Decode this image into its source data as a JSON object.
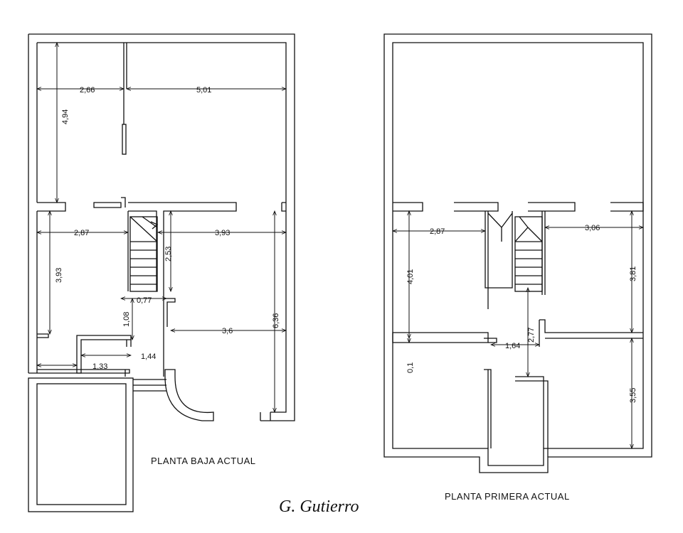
{
  "ground_floor": {
    "title": "PLANTA BAJA ACTUAL",
    "dims": {
      "d266": "2,66",
      "d501": "5,01",
      "d494": "4,94",
      "d287": "2,87",
      "d393a": "3,93",
      "d393b": "3,93",
      "d253": "2,53",
      "d077": "0,77",
      "d108": "1,08",
      "d36": "3,6",
      "d636": "6,36",
      "d144": "1,44",
      "d133": "1,33"
    }
  },
  "first_floor": {
    "title": "PLANTA PRIMERA ACTUAL",
    "dims": {
      "d287": "2,87",
      "d306": "3,06",
      "d401": "4,01",
      "d381": "3,81",
      "d277": "2,77",
      "d164": "1,64",
      "d01": "0,1",
      "d355": "3,55"
    }
  },
  "signature": "G. Gutierro"
}
